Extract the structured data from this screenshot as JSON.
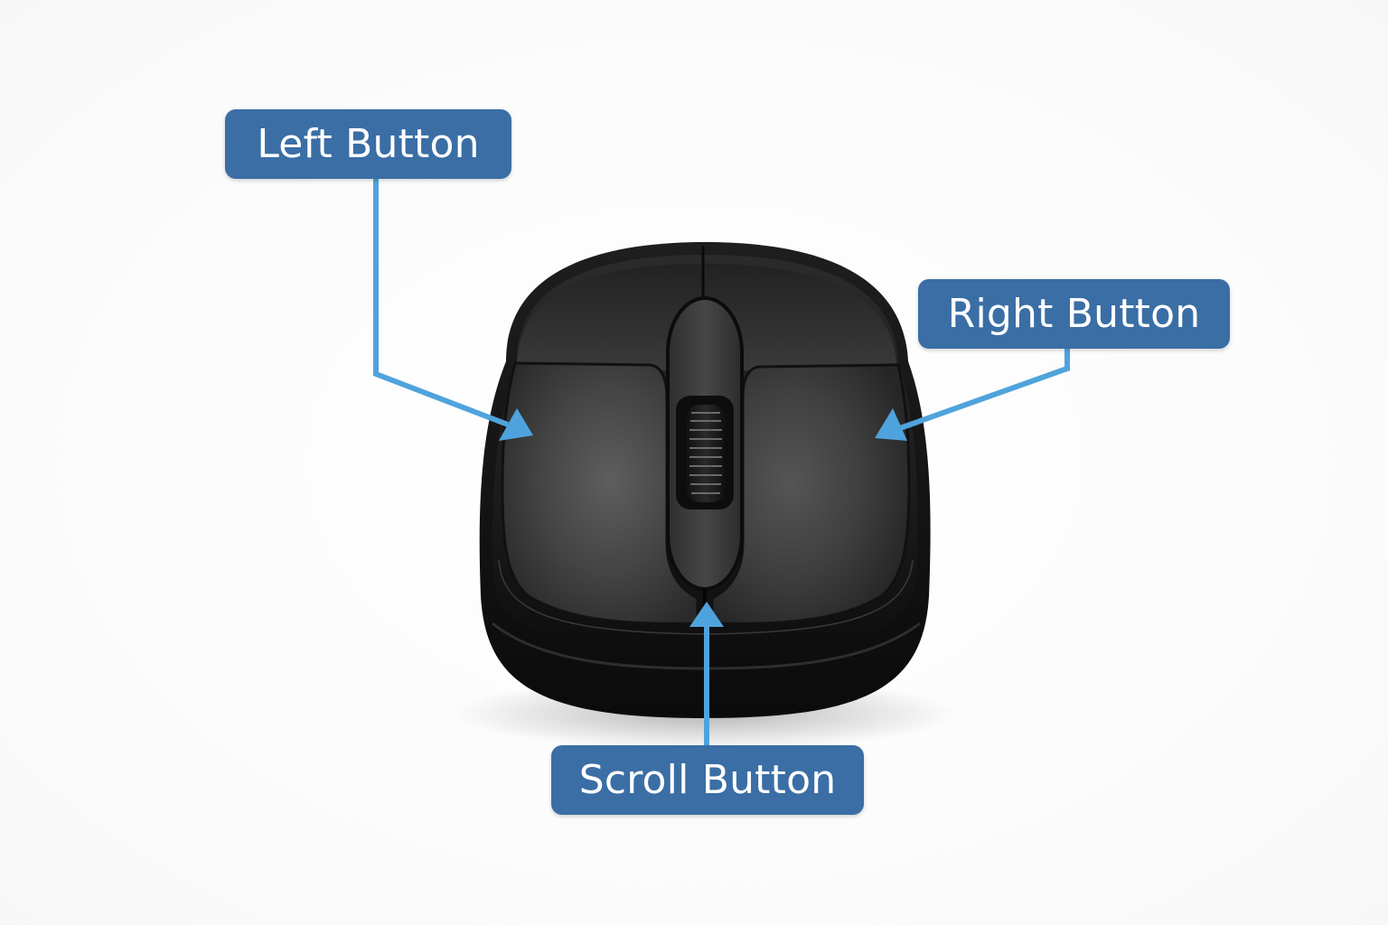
{
  "diagram": {
    "subject": "computer mouse",
    "colors": {
      "label_background": "#3a6ea5",
      "label_text": "#ffffff",
      "connector": "#4fa3dc",
      "mouse_body_dark": "#141414",
      "mouse_body_mid": "#3a3a3a",
      "mouse_highlight": "#5a5a5a",
      "background": "#ffffff"
    },
    "labels": [
      {
        "id": "left",
        "text": "Left Button",
        "points_to": "left-mouse-button"
      },
      {
        "id": "right",
        "text": "Right Button",
        "points_to": "right-mouse-button"
      },
      {
        "id": "scroll",
        "text": "Scroll Button",
        "points_to": "scroll-wheel-area"
      }
    ]
  }
}
